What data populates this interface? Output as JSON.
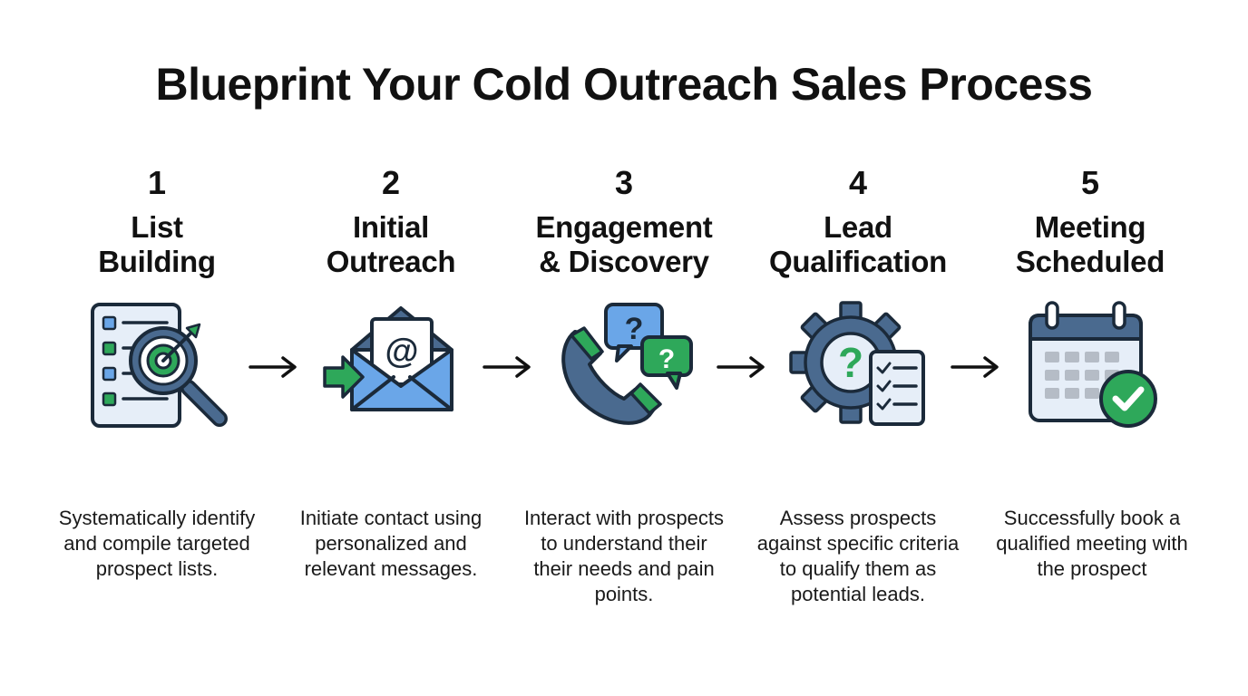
{
  "title": "Blueprint Your Cold Outreach Sales Process",
  "colors": {
    "navy": "#1b2a3a",
    "steel_blue": "#4a6a8f",
    "light_blue": "#6aa6e8",
    "pale_blue": "#e6eef8",
    "green": "#2ea85a",
    "gray": "#b5bcc6"
  },
  "steps": [
    {
      "number": "1",
      "title_line1": "List",
      "title_line2": "Building",
      "icon": "list-target-magnifier-icon",
      "description": "Systematically identify and compile targeted prospect lists."
    },
    {
      "number": "2",
      "title_line1": "Initial",
      "title_line2": "Outreach",
      "icon": "email-envelope-icon",
      "description": "Initiate contact using personalized and relevant messages."
    },
    {
      "number": "3",
      "title_line1": "Engagement",
      "title_line2": "& Discovery",
      "icon": "phone-question-bubbles-icon",
      "description": "Interact with prospects to understand their their needs and pain points."
    },
    {
      "number": "4",
      "title_line1": "Lead",
      "title_line2": "Qualification",
      "icon": "gear-checklist-icon",
      "description": "Assess prospects against specific criteria to qualify them as potential leads."
    },
    {
      "number": "5",
      "title_line1": "Meeting",
      "title_line2": "Scheduled",
      "icon": "calendar-check-icon",
      "description": "Successfully book a qualified meeting with the prospect"
    }
  ]
}
